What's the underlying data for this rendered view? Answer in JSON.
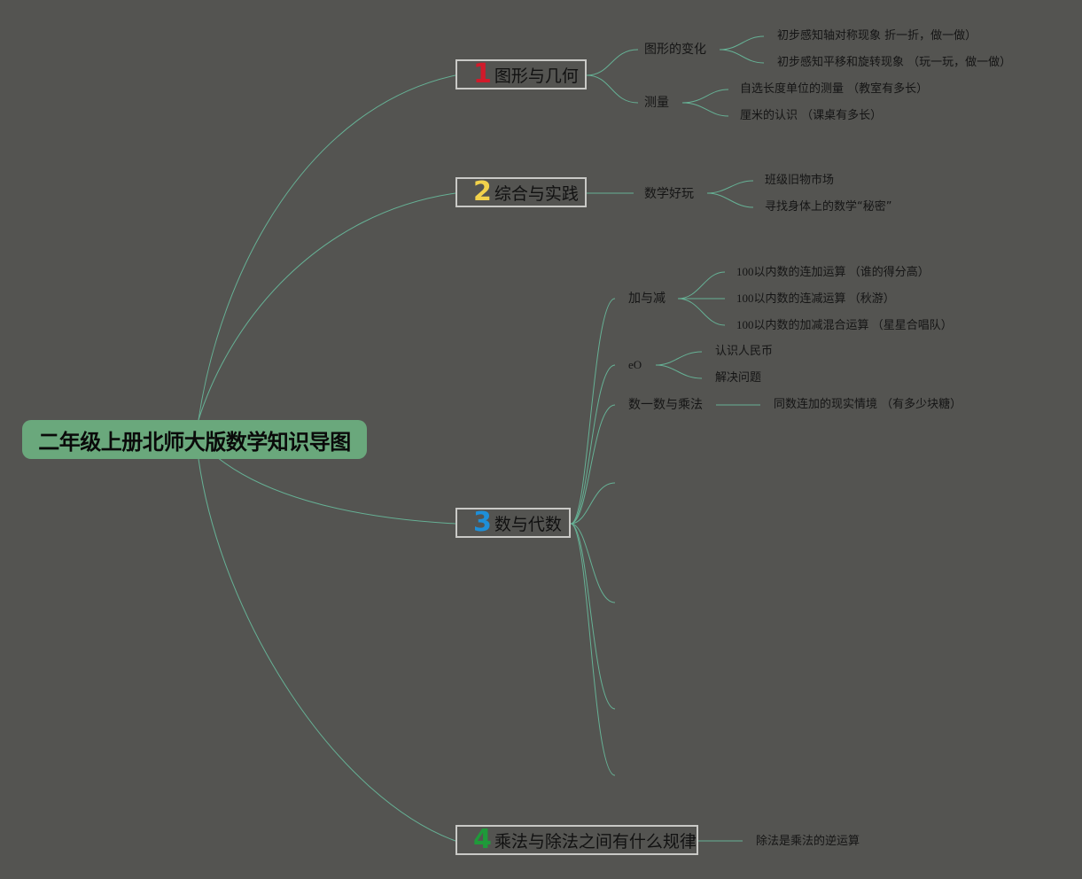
{
  "root": {
    "title": "二年级上册北师大版数学知识导图"
  },
  "colors": {
    "background": "#545451",
    "root_fill": "#6aa87c",
    "line": "#66b195",
    "num_1": "#d11a2a",
    "num_2": "#f2d24b",
    "num_3": "#1e8fd8",
    "num_4": "#1f9a3a"
  },
  "branches": [
    {
      "num": "1",
      "label": "图形与几何",
      "children": [
        {
          "label": "图形的变化",
          "leaves": [
            "初步感知轴对称现象 折一折，做一做）",
            "初步感知平移和旋转现象 （玩一玩，做一做）"
          ]
        },
        {
          "label": "测量",
          "leaves": [
            "自选长度单位的测量 （教室有多长）",
            "厘米的认识 （课桌有多长）"
          ]
        }
      ]
    },
    {
      "num": "2",
      "label": "综合与实践",
      "children": [
        {
          "label": "数学好玩",
          "leaves": [
            "班级旧物市场",
            "寻找身体上的数学“秘密”"
          ]
        }
      ]
    },
    {
      "num": "3",
      "label": "数与代数",
      "children": [
        {
          "label": "加与减",
          "leaves": [
            "100以内数的连加运算 （谁的得分高）",
            "100以内数的连减运算 （秋游）",
            "100以内数的加减混合运算 （星星合唱队）"
          ]
        },
        {
          "label": "eO",
          "leaves": [
            "认识人民币",
            "解决问题"
          ]
        },
        {
          "label": "数一数与乘法",
          "leaves": [
            "同数连加的现实情境 （有多少块糖）"
          ]
        }
      ]
    },
    {
      "num": "4",
      "label": "乘法与除法之间有什么规律",
      "children": [
        {
          "label": "除法是乘法的逆运算",
          "leaves": []
        }
      ]
    }
  ]
}
